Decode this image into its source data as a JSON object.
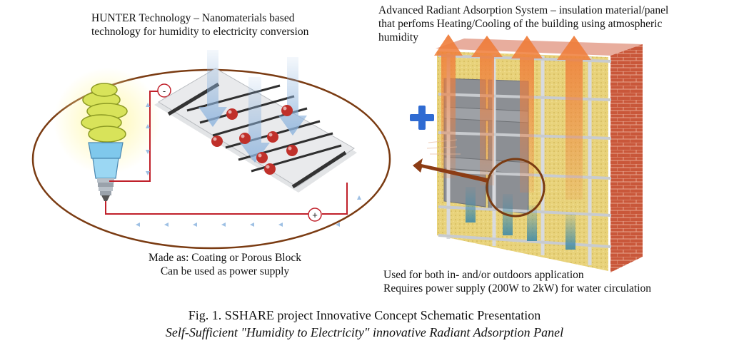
{
  "hunter": {
    "line1": "HUNTER Technology – Nanomaterials based",
    "line2": "technology  for humidity  to electricity conversion",
    "minus": "-",
    "plus": "+",
    "made_as": "Made as: Coating or Porous Block",
    "power": "Can be used as power supply"
  },
  "radiant": {
    "line1": "Advanced Radiant Adsorption System – insulation  material/panel",
    "line2": "that perfoms Heating/Cooling  of the building  using atmospheric",
    "line3": "humidity",
    "used_for": "Used for both in- and/or outdoors application",
    "requires": "Requires power supply  (200W to 2kW) for water circulation"
  },
  "figure": {
    "title": "Fig. 1. SSHARE project Innovative Concept Schematic Presentation",
    "subtitle": "Self-Sufficient \"Humidity to Electricity\" innovative Radiant Adsorption Panel"
  },
  "colors": {
    "ellipse": "#7a3b12",
    "wire": "#c0202a",
    "arrow_down": "#8fb5de",
    "orange_arrow": "#ef7d3a",
    "brick": "#c9573a",
    "insulation": "#e8d27a",
    "panel_gray": "#8c8f94",
    "plus_blue": "#2f6bd2",
    "teal": "#3f8aa8"
  }
}
